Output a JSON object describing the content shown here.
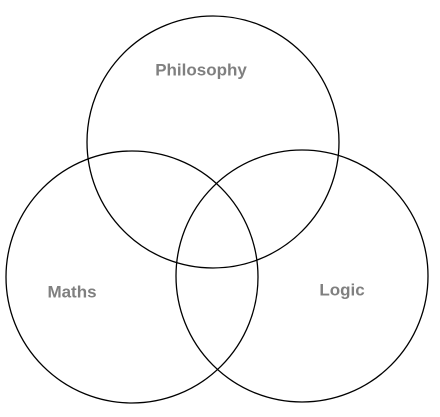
{
  "diagram": {
    "type": "venn",
    "line_color": "#000000",
    "label_color": "#808080",
    "sets": [
      {
        "id": "philosophy",
        "label": "Philosophy"
      },
      {
        "id": "maths",
        "label": "Maths"
      },
      {
        "id": "logic",
        "label": "Logic"
      }
    ]
  }
}
